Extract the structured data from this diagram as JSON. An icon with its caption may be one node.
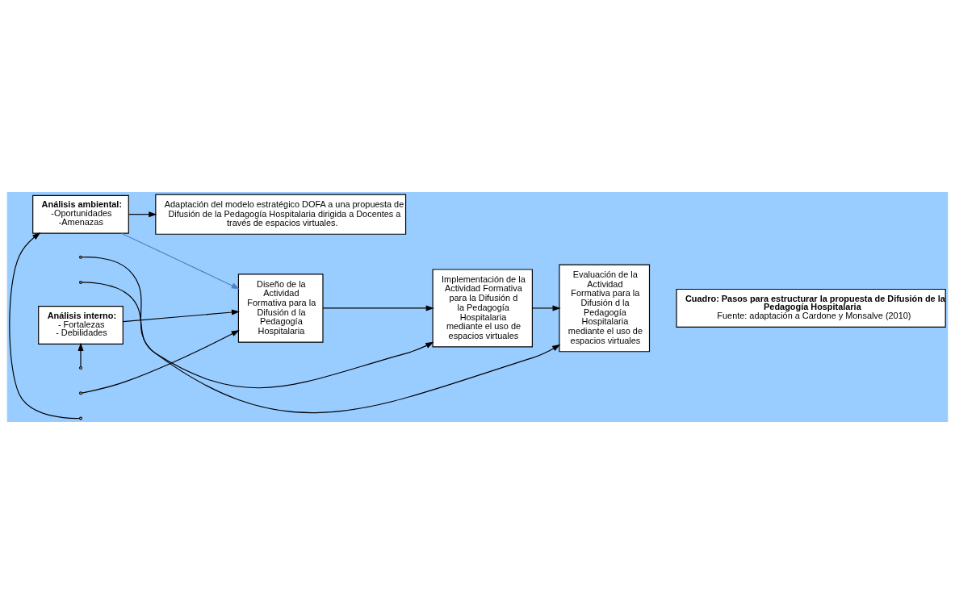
{
  "diagram": {
    "nodes": [
      {
        "text": [
          "Análisis ambiental:",
          "-Oportunidades",
          "-Amenazas"
        ]
      },
      {
        "text": [
          "Adaptación del modelo estratégico DOFA a una propuesta de Difusión de la Pedagogía Hospitalaria dirigida a Docentes a través de espacios virtuales."
        ]
      },
      {
        "text": [
          "Análisis interno:",
          "- Fortalezas",
          "- Debilidades"
        ]
      },
      {
        "text": [
          "Diseño de la Actividad Formativa para la Difusión d la Pedagogía Hospitalaria"
        ]
      },
      {
        "text": [
          "Implementación de la Actividad Formativa para la Difusión d la Pedagogía Hospitalaria mediante el uso de espacios virtuales"
        ]
      },
      {
        "text": [
          "Evaluación de la Actividad Formativa para la Difusión d la Pedagogía Hospitalaria mediante el uso de espacios virtuales"
        ]
      },
      {
        "text": [
          "Cuadro: Pasos para estructurar la propuesta de Difusión de la Pedagogía Hospitalaria",
          "Fuente: adaptación a Cardone y Monsalve (2010)"
        ]
      }
    ],
    "edges": [
      {
        "from": 0,
        "to": 1,
        "arrow": "to"
      },
      {
        "from": 0,
        "to": 3,
        "arrow": "to",
        "color": "#4f81bd"
      },
      {
        "from": 2,
        "to": 3,
        "arrow": "to"
      },
      {
        "from": 3,
        "to": 4,
        "arrow": "to"
      },
      {
        "from": 4,
        "to": 5,
        "arrow": "to"
      },
      {
        "from": null,
        "to": 0,
        "arrow": "to"
      },
      {
        "from": null,
        "to": 2,
        "arrow": "to"
      },
      {
        "from": null,
        "to": 3,
        "arrow": "to"
      },
      {
        "from": null,
        "to": 4,
        "arrow": "to"
      },
      {
        "from": null,
        "to": 5,
        "arrow": "to"
      }
    ]
  }
}
